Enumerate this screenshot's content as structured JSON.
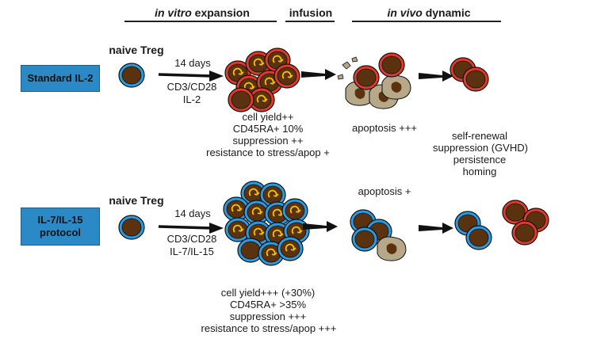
{
  "headers": {
    "expansion_italic": "in vitro",
    "expansion_rest": "expansion",
    "infusion": "infusion",
    "dynamic_italic": "in vivo",
    "dynamic_rest": "dynamic"
  },
  "row1": {
    "protocol": "Standard IL-2",
    "cell_label": "naive Treg",
    "days": "14 days",
    "stim1": "CD3/CD28",
    "stim2": "IL-2",
    "outcomes": [
      "cell yield++",
      "CD45RA+ 10%",
      "suppression ++",
      "resistance to stress/apop +"
    ],
    "apoptosis": "apoptosis +++",
    "fate": [
      "self-renewal",
      "suppression (GVHD)",
      "persistence",
      "homing"
    ]
  },
  "row2": {
    "protocol_line1": "IL-7/IL-15",
    "protocol_line2": "protocol",
    "cell_label": "naive Treg",
    "days": "14 days",
    "stim1": "CD3/CD28",
    "stim2": "IL-7/IL-15",
    "outcomes": [
      "cell yield+++ (+30%)",
      "CD45RA+ >35%",
      "suppression +++",
      "resistance to stress/apop +++"
    ],
    "apoptosis": "apoptosis +"
  },
  "colors": {
    "blue_ring": "#2a9be0",
    "red_ring": "#e03a2a",
    "cell_body": "#5a3210",
    "dead_cell": "#b8a88a",
    "arrow_yellow": "#f5c400",
    "protocol_box": "#2b8ac6"
  },
  "icons": [
    "treg-cell-icon",
    "proliferating-cell-icon",
    "apoptotic-cell-icon",
    "arrow-icon"
  ]
}
